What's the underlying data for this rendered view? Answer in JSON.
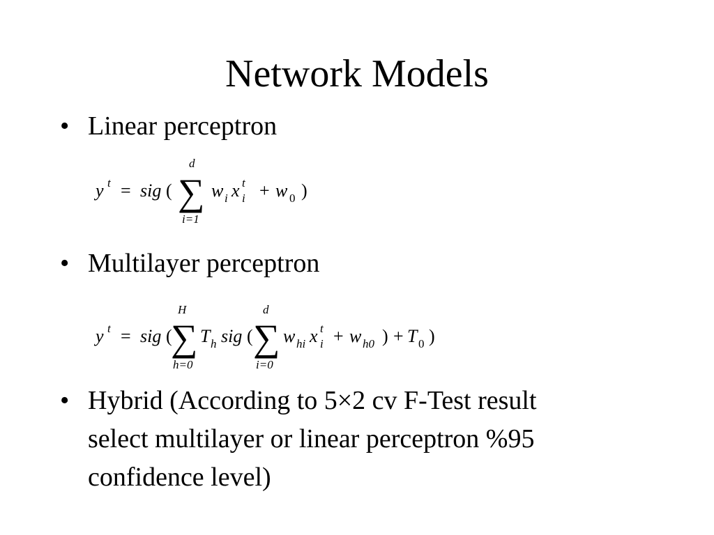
{
  "slide": {
    "title": "Network Models",
    "bullet_symbol": "•",
    "bullets": [
      {
        "label": "Linear perceptron",
        "equation": {
          "lhs": "y",
          "lhs_sup": "t",
          "eq_sign": "=",
          "fn": "sig",
          "open_paren": "(",
          "sum_symbol": "∑",
          "sum_upper": "d",
          "sum_lower": "i=1",
          "w": "w",
          "w_sub": "i",
          "x": "x",
          "x_sub": "i",
          "x_sup": "t",
          "plus": "+",
          "w0": "w",
          "w0_sub": "0",
          "close_paren": ")"
        }
      },
      {
        "label": "Multilayer perceptron",
        "equation": {
          "lhs": "y",
          "lhs_sup": "t",
          "eq_sign": "=",
          "fn": "sig",
          "open_paren": "(",
          "sum1_symbol": "∑",
          "sum1_upper": "H",
          "sum1_lower": "h=0",
          "T": "T",
          "T_sub": "h",
          "fn2": "sig",
          "open_paren2": "(",
          "sum2_symbol": "∑",
          "sum2_upper": "d",
          "sum2_lower": "i=0",
          "w": "w",
          "w_sub": "hi",
          "x": "x",
          "x_sub": "i",
          "x_sup": "t",
          "plus": "+",
          "wh0": "w",
          "wh0_sub": "h0",
          "close_paren2": ")",
          "plus2": "+",
          "T0": "T",
          "T0_sub": "0",
          "close_paren": ")"
        }
      },
      {
        "lines": [
          "Hybrid (According to 5×2 cv F-Test result",
          "select multilayer or linear perceptron %95",
          "confidence level)"
        ]
      }
    ]
  }
}
